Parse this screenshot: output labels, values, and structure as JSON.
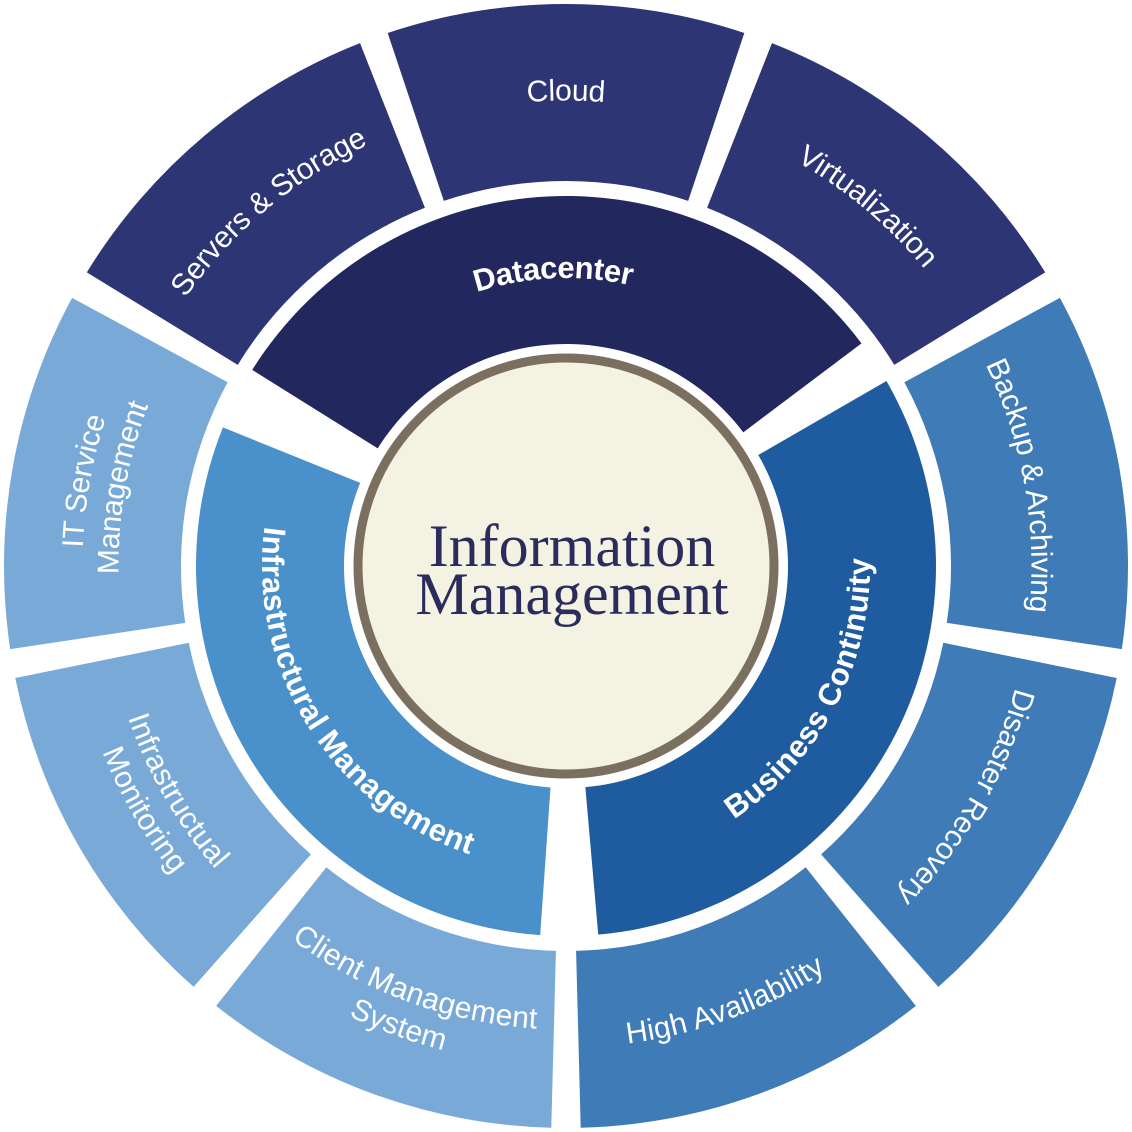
{
  "center": {
    "line1": "Information",
    "line2": "Management"
  },
  "inner_ring": [
    {
      "label": [
        "Datacenter"
      ],
      "color": "#22275d"
    },
    {
      "label": [
        "Business Continuity"
      ],
      "color": "#1f5c9f"
    },
    {
      "label": [
        "Infrastructural Management"
      ],
      "color": "#4a90cb"
    }
  ],
  "outer_ring": [
    {
      "label": [
        "Cloud"
      ],
      "color": "#2d3575"
    },
    {
      "label": [
        "Virtualization"
      ],
      "color": "#2d3575"
    },
    {
      "label": [
        "Backup & Archiving"
      ],
      "color": "#3f7bb6"
    },
    {
      "label": [
        "Disaster Recovery"
      ],
      "color": "#3f7bb6"
    },
    {
      "label": [
        "High Availability"
      ],
      "color": "#3f7bb6"
    },
    {
      "label": [
        "Client Management",
        "System"
      ],
      "color": "#79aad7"
    },
    {
      "label": [
        "Infrastructual",
        "Monitoring"
      ],
      "color": "#79aad7"
    },
    {
      "label": [
        "IT Service",
        "Management"
      ],
      "color": "#79aad7"
    },
    {
      "label": [
        "Servers & Storage"
      ],
      "color": "#2d3575"
    }
  ],
  "colors": {
    "center_fill": "#f4f3e3",
    "center_border": "#7b7060",
    "center_text": "#2a2d5c"
  }
}
